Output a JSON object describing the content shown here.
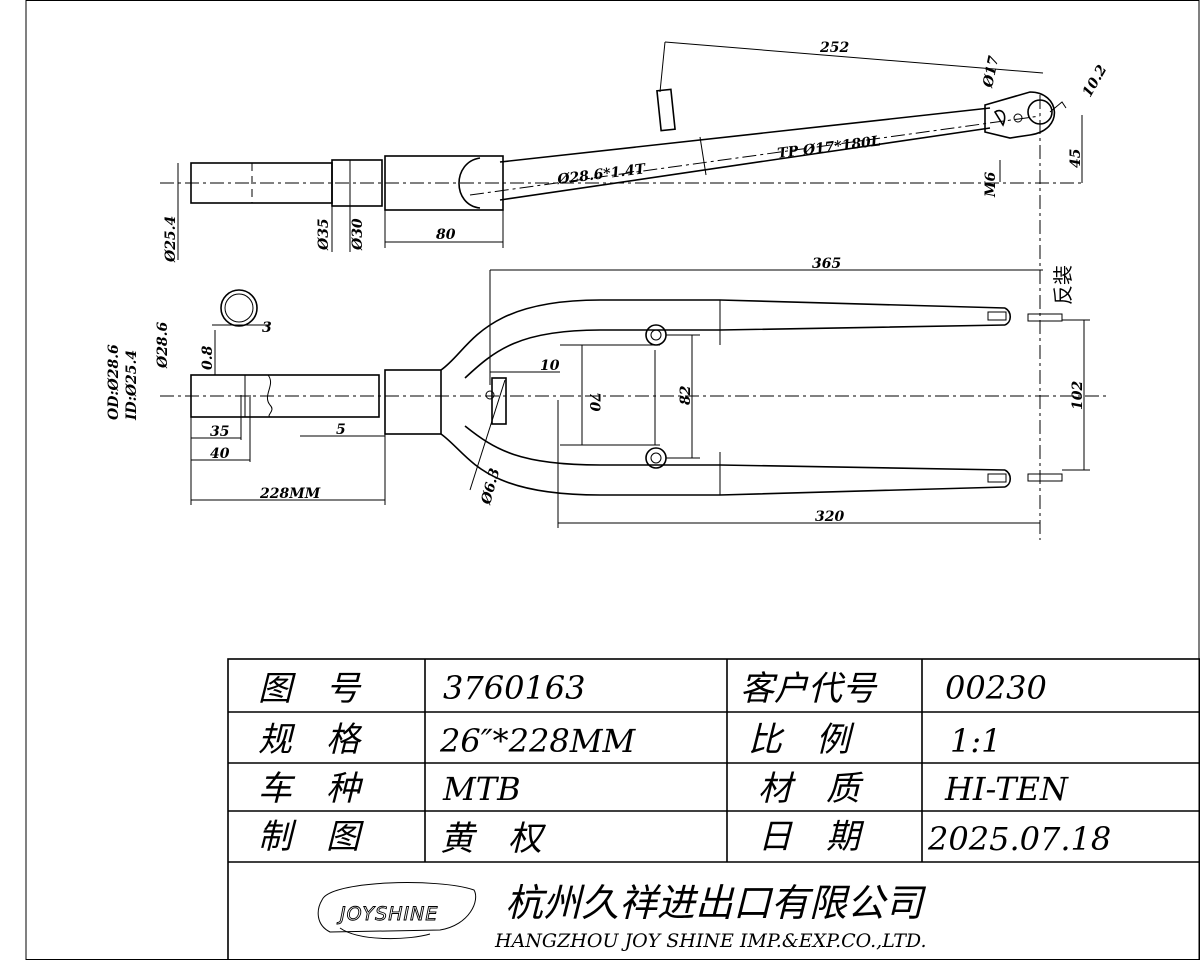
{
  "drawing": {
    "side_view": {
      "dim_252": "252",
      "dim_dia17": "Ø17",
      "dim_10_2": "10.2",
      "dim_45": "45",
      "blade_tube": "Ø28.6*1.4T",
      "dropout_tube": "TP Ø17*180L",
      "thread": "M6",
      "dim_25_4": "Ø25.4",
      "dim_35": "Ø35",
      "dim_30": "Ø30",
      "dim_80": "80"
    },
    "front_view": {
      "dim_365": "365",
      "note_reverse": "反装",
      "dim_28_6": "Ø28.6",
      "dim_0_8": "0.8",
      "dim_3": "3",
      "od": "OD:Ø28.6",
      "id": "ID:Ø25.4",
      "dim_10": "10",
      "dim_70": "70",
      "dim_82": "82",
      "dim_102": "102",
      "dim_35": "35",
      "dim_5": "5",
      "dim_40": "40",
      "dim_228": "228MM",
      "dim_6_3": "Ø6.3",
      "dim_320": "320"
    }
  },
  "title_block": {
    "rows": [
      {
        "label1": "图　号",
        "value1": "3760163",
        "label2": "客户代号",
        "value2": "00230"
      },
      {
        "label1": "规　格",
        "value1": "26″*228MM",
        "label2": "比　例",
        "value2": " 1:1"
      },
      {
        "label1": "车　种",
        "value1": "MTB",
        "label2": "材　质",
        "value2": "HI-TEN"
      },
      {
        "label1": "制　图",
        "value1": "黄　权",
        "label2": "日　期",
        "value2": "2025.07.18"
      }
    ],
    "logo_text": "JOYSHINE",
    "company_cn": "杭州久祥进出口有限公司",
    "company_en": "HANGZHOU JOY SHINE IMP.&EXP.CO.,LTD."
  }
}
